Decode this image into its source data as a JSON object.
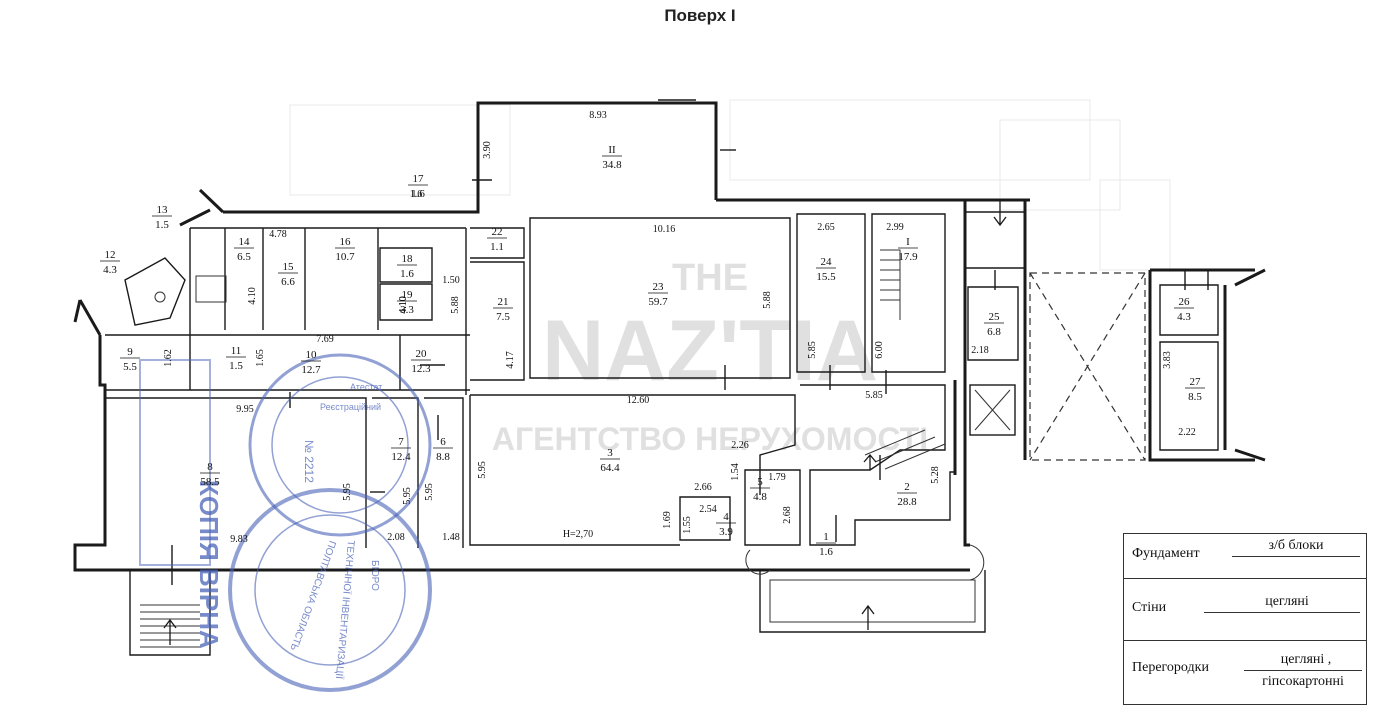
{
  "title": "Поверх I",
  "stamp": {
    "text": "КОПІЯ ВІРНА",
    "number": "№ 2212",
    "text_lines": [
      "ПОЛТАВСЬКА ОБЛАСТЬ",
      "ТЕХНІЧНОЇ ІНВЕНТАРИЗАЦІЇ",
      "БЮРО",
      "Атестат",
      "Реєстраційний"
    ]
  },
  "watermark": {
    "text_lines": [
      "THE",
      "NAZ'TIA",
      "АГЕНТСТВО НЕРУХОМОСТІ"
    ]
  },
  "rooms": [
    {
      "id": "II",
      "area": "34.8"
    },
    {
      "id": "22",
      "area": "1.1"
    },
    {
      "id": "21",
      "area": "7.5"
    },
    {
      "id": "23",
      "area": "59.7"
    },
    {
      "id": "24",
      "area": "15.5"
    },
    {
      "id": "I",
      "area": "17.9"
    },
    {
      "id": "25",
      "area": "6.8"
    },
    {
      "id": "26",
      "area": "4.3"
    },
    {
      "id": "27",
      "area": "8.5"
    },
    {
      "id": "13",
      "area": "1.5"
    },
    {
      "id": "12",
      "area": "4.3"
    },
    {
      "id": "14",
      "area": "6.5"
    },
    {
      "id": "15",
      "area": "6.6"
    },
    {
      "id": "16",
      "area": "10.7"
    },
    {
      "id": "17",
      "area": "1.6"
    },
    {
      "id": "18",
      "area": "1.6"
    },
    {
      "id": "19",
      "area": "3.3"
    },
    {
      "id": "9",
      "area": "5.5"
    },
    {
      "id": "11",
      "area": "1.5"
    },
    {
      "id": "10",
      "area": "12.7"
    },
    {
      "id": "20",
      "area": "12.3"
    },
    {
      "id": "8",
      "area": "58.5"
    },
    {
      "id": "7",
      "area": "12.4"
    },
    {
      "id": "6",
      "area": "8.8"
    },
    {
      "id": "3",
      "area": "64.4"
    },
    {
      "id": "5",
      "area": "4.8"
    },
    {
      "id": "4",
      "area": "3.9"
    },
    {
      "id": "2",
      "area": "28.8"
    },
    {
      "id": "1",
      "area": "1.6"
    }
  ],
  "dimensions": [
    "8.93",
    "3.90",
    "10.16",
    "5.88",
    "12.60",
    "4.17",
    "2.65",
    "5.85",
    "2.99",
    "6.00",
    "5.85",
    "2.18",
    "3.83",
    "2.22",
    "1.6",
    "4.10",
    "4.78",
    "1.50",
    "5.88",
    "7.69",
    "1.65",
    "1.62",
    "9.95",
    "9.83",
    "5.95",
    "2.08",
    "5.95",
    "1.48",
    "5.95",
    "2.26",
    "2.66",
    "1.54",
    "1.79",
    "1.69",
    "1.55",
    "2.54",
    "2.68",
    "5.28",
    "5.95",
    "4.10",
    "4.10"
  ],
  "height_note": "H=2,70",
  "legend": {
    "rows": [
      {
        "label": "Фундамент",
        "value": "з/б блоки"
      },
      {
        "label": "Стіни",
        "value": "цегляні"
      },
      {
        "label": "Перегородки",
        "value": "цегляні ,",
        "value2": "гіпсокартонні"
      }
    ]
  }
}
